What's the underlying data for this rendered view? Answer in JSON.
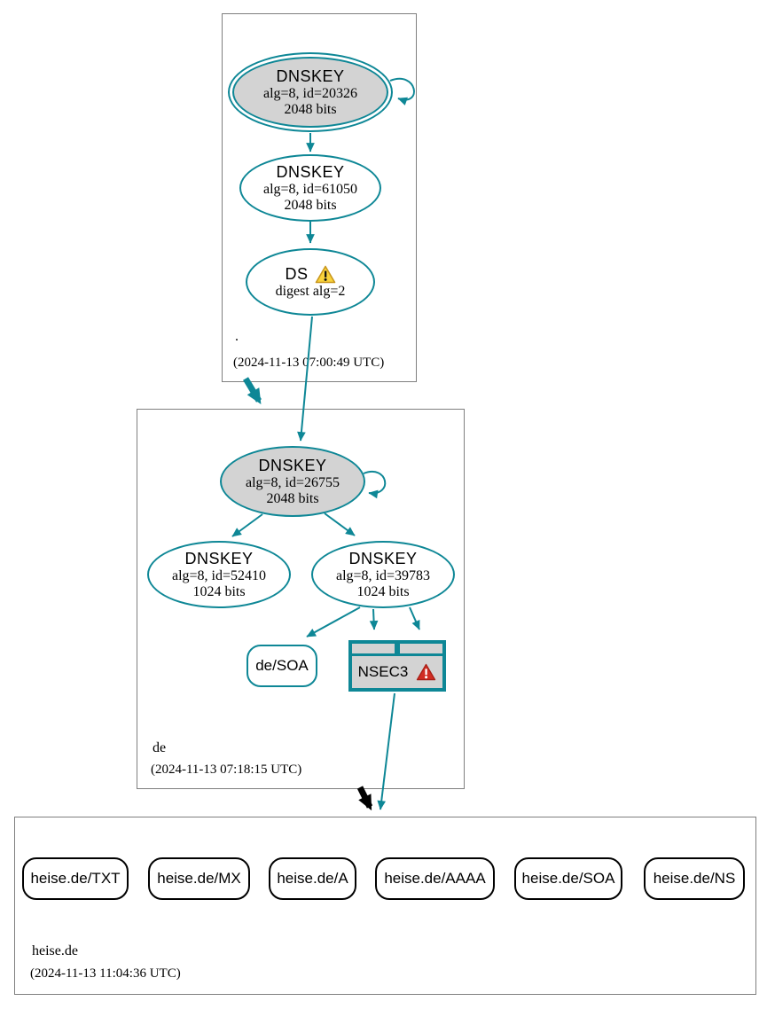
{
  "colors": {
    "teal": "#0e8796",
    "node_gray_fill": "#d3d3d3",
    "cluster_border": "#7f7f7f",
    "warning_yellow": "#f9d33c",
    "error_red": "#d02d23",
    "delegation_black": "#000000"
  },
  "root_zone": {
    "label": ".",
    "timestamp": "(2024-11-13 07:00:49 UTC)",
    "ksk": {
      "title": "DNSKEY",
      "detail": "alg=8, id=20326",
      "bits": "2048 bits"
    },
    "zsk": {
      "title": "DNSKEY",
      "detail": "alg=8, id=61050",
      "bits": "2048 bits"
    },
    "ds": {
      "title": "DS",
      "detail": "digest alg=2",
      "warning_icon": "warning-triangle"
    }
  },
  "de_zone": {
    "label": "de",
    "timestamp": "(2024-11-13 07:18:15 UTC)",
    "ksk": {
      "title": "DNSKEY",
      "detail": "alg=8, id=26755",
      "bits": "2048 bits"
    },
    "zsk_left": {
      "title": "DNSKEY",
      "detail": "alg=8, id=52410",
      "bits": "1024 bits"
    },
    "zsk_right": {
      "title": "DNSKEY",
      "detail": "alg=8, id=39783",
      "bits": "1024 bits"
    },
    "soa": {
      "label": "de/SOA"
    },
    "nsec3": {
      "label": "NSEC3",
      "error_icon": "error-triangle"
    }
  },
  "heise_zone": {
    "label": "heise.de",
    "timestamp": "(2024-11-13 11:04:36 UTC)",
    "rrsets": [
      {
        "label": "heise.de/TXT"
      },
      {
        "label": "heise.de/MX"
      },
      {
        "label": "heise.de/A"
      },
      {
        "label": "heise.de/AAAA"
      },
      {
        "label": "heise.de/SOA"
      },
      {
        "label": "heise.de/NS"
      }
    ]
  }
}
